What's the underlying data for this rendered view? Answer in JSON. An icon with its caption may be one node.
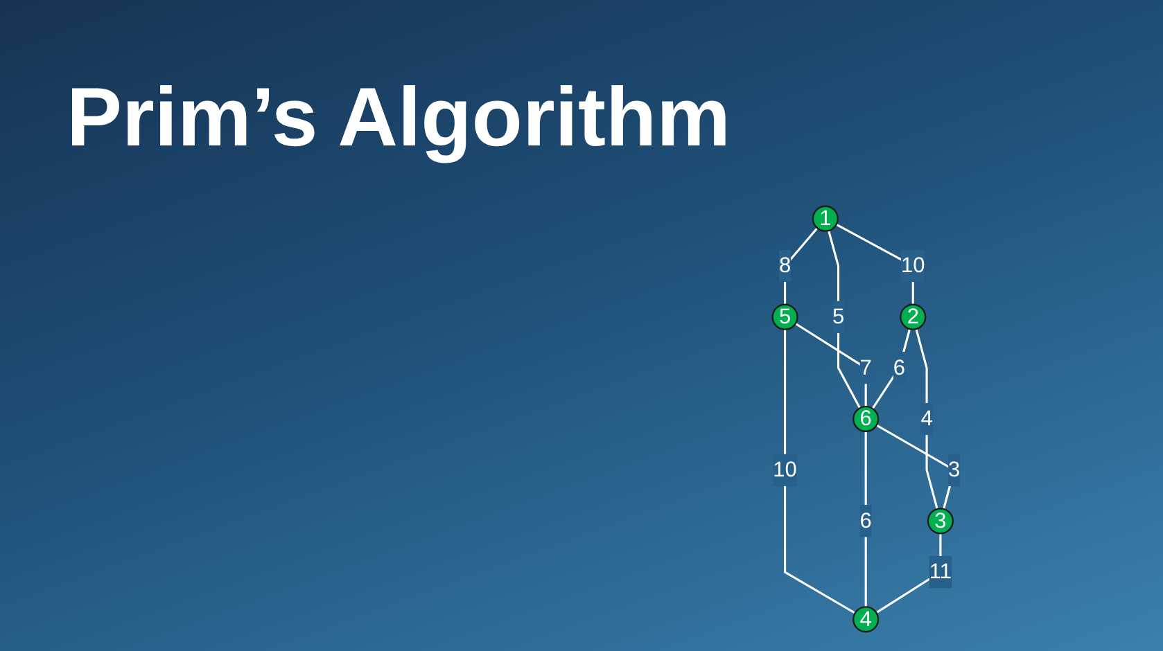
{
  "diagram": {
    "title": "Prim’s Algorithm",
    "nodes": [
      {
        "text": [
          "1"
        ]
      },
      {
        "text": [
          "2"
        ]
      },
      {
        "text": [
          "6"
        ]
      },
      {
        "text": [
          "5"
        ]
      },
      {
        "text": [
          "3"
        ]
      },
      {
        "text": [
          "4"
        ]
      }
    ],
    "edges": [
      {
        "from": 0,
        "to": 3,
        "arrow": "none",
        "label": "8"
      },
      {
        "from": 0,
        "to": 2,
        "arrow": "none",
        "label": "5"
      },
      {
        "from": 0,
        "to": 1,
        "arrow": "none",
        "label": "10"
      },
      {
        "from": 3,
        "to": 2,
        "arrow": "none",
        "label": "7"
      },
      {
        "from": 1,
        "to": 2,
        "arrow": "none",
        "label": "6"
      },
      {
        "from": 1,
        "to": 4,
        "arrow": "none",
        "label": "4"
      },
      {
        "from": 2,
        "to": 4,
        "arrow": "none",
        "label": "3"
      },
      {
        "from": 3,
        "to": 5,
        "arrow": "none",
        "label": "10"
      },
      {
        "from": 2,
        "to": 5,
        "arrow": "none",
        "label": "6"
      },
      {
        "from": 4,
        "to": 5,
        "arrow": "none",
        "label": "11"
      }
    ]
  }
}
